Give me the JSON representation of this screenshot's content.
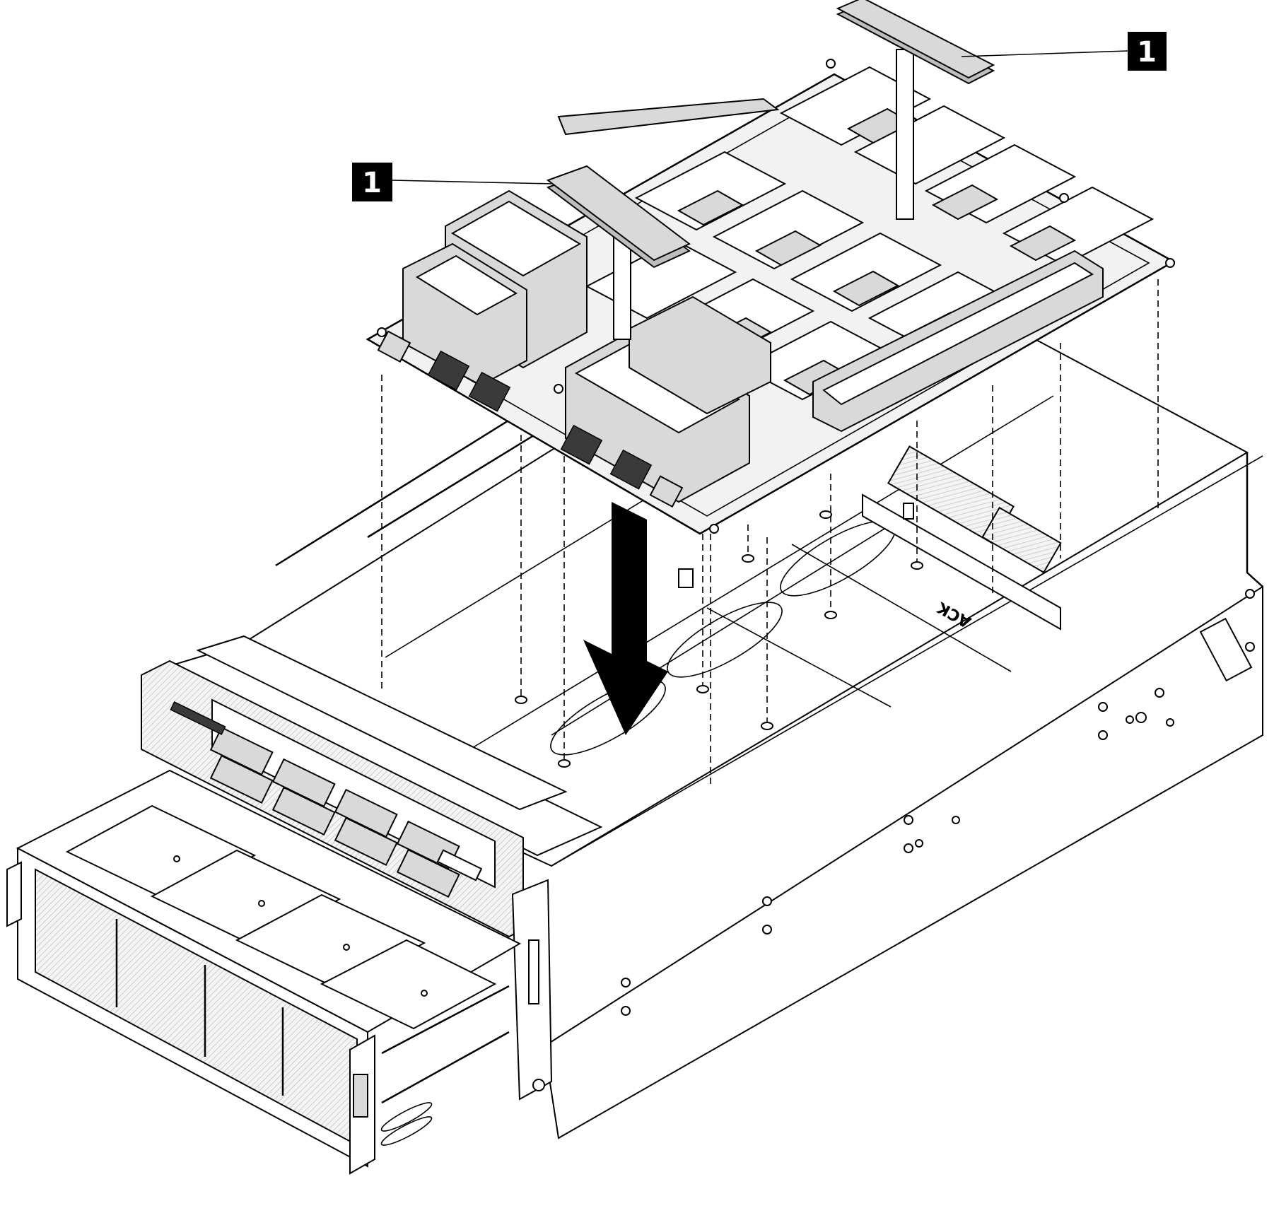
{
  "callouts": [
    {
      "number": "1"
    },
    {
      "number": "1"
    }
  ],
  "chassis_stamp": "ACK",
  "colors": {
    "line": "#000000",
    "board_fill": "#f2f2f2",
    "component_fill": "#d9d9d9",
    "callout_background": "#000000",
    "callout_text": "#ffffff"
  },
  "icons": [
    "down-arrow-icon"
  ]
}
